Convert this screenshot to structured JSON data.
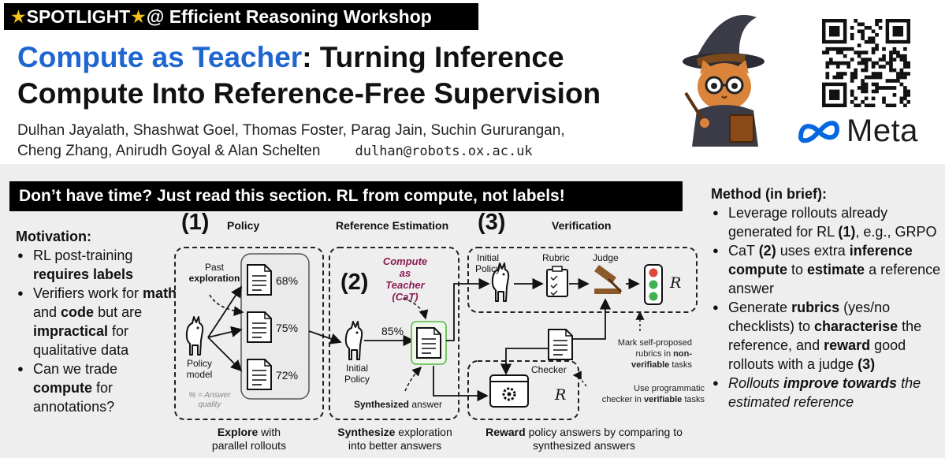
{
  "header": {
    "spotlight_label": "SPOTLIGHT",
    "spotlight_suffix": "@ Efficient Reasoning Workshop",
    "title_highlight": "Compute as Teacher",
    "title_line1_rest": ": Turning Inference",
    "title_line2": "Compute Into Reference-Free Supervision",
    "authors_line1": "Dulhan Jayalath, Shashwat Goel, Thomas Foster, Parag Jain, Suchin Gururangan,",
    "authors_line2": "Cheng Zhang, Anirudh Goyal & Alan Schelten",
    "email": "dulhan@robots.ox.ac.uk",
    "logo_word": "Meta"
  },
  "tldr_banner": "Don’t have time? Just read this section. RL from compute, not labels!",
  "motivation": {
    "title": "Motivation:",
    "b1_a": "RL post-training ",
    "b1_b": "requires labels",
    "b2_a": "Verifiers work for ",
    "b2_b": "math",
    "b2_c": " and ",
    "b2_d": "code",
    "b2_e": " but are ",
    "b2_f": "impractical",
    "b2_g": " for qualitative data",
    "b3_a": "Can we trade ",
    "b3_b": "compute",
    "b3_c": " for annotations?"
  },
  "method": {
    "title": "Method (in brief):",
    "b1_a": "Leverage rollouts already generated for RL ",
    "b1_b": "(1)",
    "b1_c": ", e.g., GRPO",
    "b2_a": "CaT ",
    "b2_b": "(2)",
    "b2_c": " uses extra ",
    "b2_d": "inference compute",
    "b2_e": " to ",
    "b2_f": "estimate",
    "b2_g": " a reference answer",
    "b3_a": "Generate ",
    "b3_b": "rubrics",
    "b3_c": " (yes/no checklists) to ",
    "b3_d": "characterise",
    "b3_e": " the reference, and ",
    "b3_f": "reward",
    "b3_g": " good rollouts with a judge ",
    "b3_h": "(3)",
    "b4_a": "Rollouts ",
    "b4_b": "improve towards",
    "b4_c": " the estimated reference"
  },
  "diagram": {
    "step1_num": "(1)",
    "step1_title": "Policy",
    "past_label": "Past",
    "exploration_label": "exploration",
    "pct_1": "68%",
    "pct_2": "75%",
    "pct_3": "72%",
    "policy_model_label": "Policy model",
    "quality_note": "% = Answer quality",
    "step1_cap_a": "Explore",
    "step1_cap_b": " with",
    "step1_cap_c": "parallel rollouts",
    "step2_num": "(2)",
    "step2_title": "Reference Estimation",
    "cat_label_1": "Compute",
    "cat_label_2": "as",
    "cat_label_3": "Teacher",
    "cat_label_4": "(CaT)",
    "pct_ref": "85%",
    "initial_policy_label": "Initial Policy",
    "synth_a": "Synthesized",
    "synth_b": " answer",
    "step2_cap_a": "Synthesize",
    "step2_cap_b": " exploration",
    "step2_cap_c": "into better answers",
    "step3_num": "(3)",
    "step3_title": "Verification",
    "initial_policy_2": "Initial Policy",
    "rubric_label": "Rubric",
    "judge_label": "Judge",
    "r_symbol": "R",
    "checker_label": "Checker",
    "r_symbol_2": "R",
    "mark_note_a": "Mark self-proposed",
    "mark_note_b": "rubrics in ",
    "mark_note_c": "non-",
    "mark_note_d": "verifiable",
    "mark_note_e": " tasks",
    "use_note_a": "Use programmatic",
    "use_note_b": "checker in ",
    "use_note_c": "verifiable",
    "use_note_d": " tasks",
    "step3_cap_a": "Reward",
    "step3_cap_b": " policy answers by comparing to",
    "step3_cap_c": "synthesized answers"
  },
  "colors": {
    "title_blue": "#1f66d1",
    "star_gold": "#f6c21a",
    "cat_maroon": "#8a1d55",
    "meta_blue": "#0668e1",
    "panel_gray": "#eeeeee"
  }
}
